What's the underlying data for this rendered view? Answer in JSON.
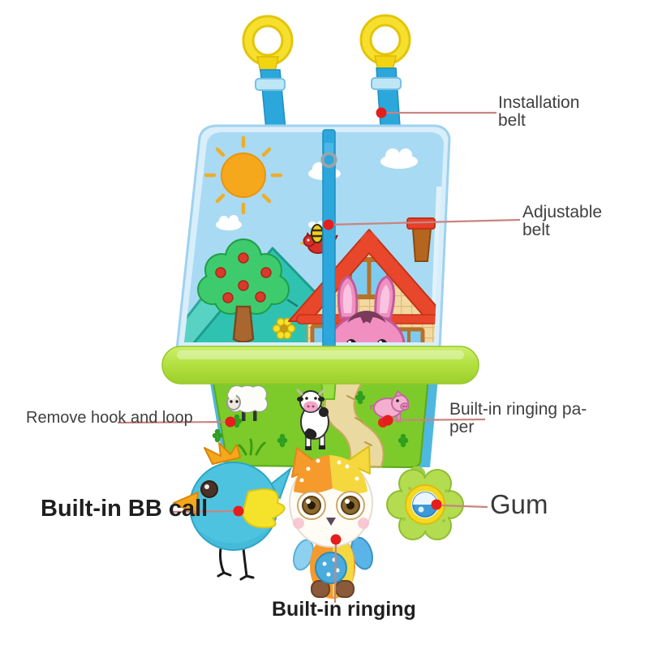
{
  "image_type": "annotated product diagram of a hanging baby toy",
  "labels": {
    "installation_belt": "Installation belt",
    "adjustable_belt": "Adjustable belt",
    "ringing_paper": "Built-in ringing pa-\nper",
    "remove_hook_loop": "Remove hook and loop",
    "bb_call": "Built-in BB call",
    "gum": "Gum",
    "ringing": "Built-in ringing"
  },
  "annotation": {
    "leader_line_color": "#c98480",
    "dot_color": "#e51d1d",
    "small_label_color": "#3f3f3f",
    "bold_label_color": "#1f1f1f"
  },
  "scene": {
    "elements": [
      "left-hook-ring",
      "right-hook-ring",
      "left-strap",
      "right-strap",
      "adjustable-strap",
      "play-panel",
      "sun",
      "clouds",
      "mountains",
      "apple-tree",
      "flower",
      "house",
      "chimney",
      "rooster",
      "pink-donkey",
      "bee",
      "green-tray",
      "farm-panel",
      "sheep",
      "cow",
      "pig",
      "trail",
      "blue-bird-toy",
      "fox-toy",
      "teether-gum-toy"
    ]
  },
  "colors": {
    "ring_yellow": "#f2d410",
    "strap_blue": "#2ba7dc",
    "panel_sky": "#a9daf3",
    "panel_border": "#9ed2ef",
    "sun_orange": "#f5a81c",
    "mountain_teal": "#30c2b1",
    "roof_red": "#e8472b",
    "wall_tan": "#f2d9a0",
    "tray_green": "#b2e040",
    "grass_green": "#7ccb2a",
    "bird_blue": "#4ec3e0",
    "fox_orange": "#f59a2b",
    "fox_yellow": "#f5d83e",
    "teether_green": "#b4dc50",
    "donkey_pink": "#f08fc0"
  }
}
